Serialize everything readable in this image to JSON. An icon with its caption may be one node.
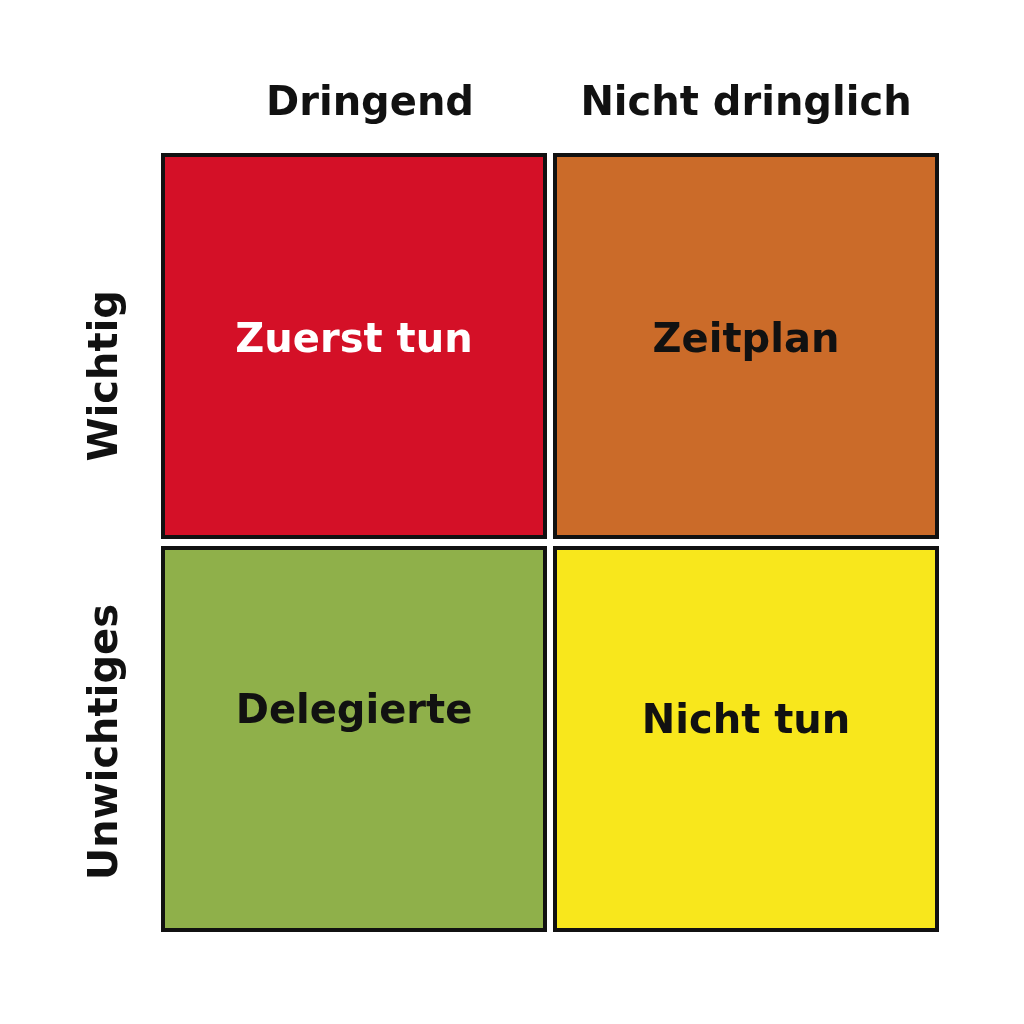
{
  "diagram": {
    "nodes": [
      {
        "text": [
          "Zuerst tun"
        ]
      },
      {
        "text": [
          "Zeitplan"
        ]
      },
      {
        "text": [
          "Delegierte"
        ]
      },
      {
        "text": [
          "Nicht tun"
        ]
      }
    ],
    "labels": [
      "Dringend",
      "Nicht dringlich",
      "Wichtig",
      "Unwichtiges"
    ]
  }
}
